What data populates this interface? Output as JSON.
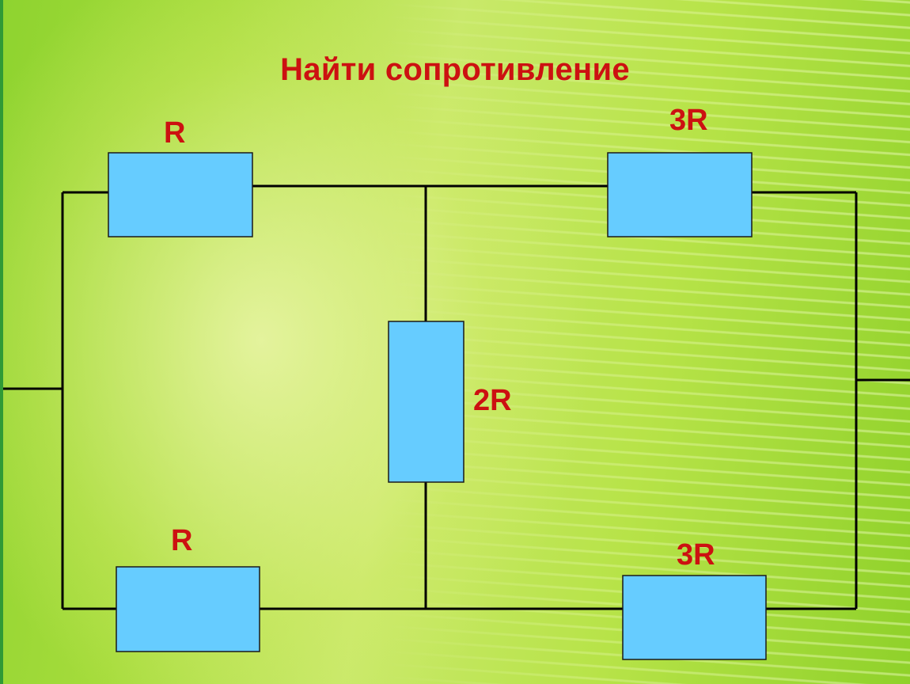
{
  "title": "Найти сопротивление",
  "resistors": {
    "top_left": "R",
    "top_right": "3R",
    "middle": "2R",
    "bottom_left": "R",
    "bottom_right": "3R"
  },
  "colors": {
    "title": "#cc1111",
    "resistor_fill": "#66ccff",
    "wire": "#000000",
    "background": "#a6dc3c"
  }
}
